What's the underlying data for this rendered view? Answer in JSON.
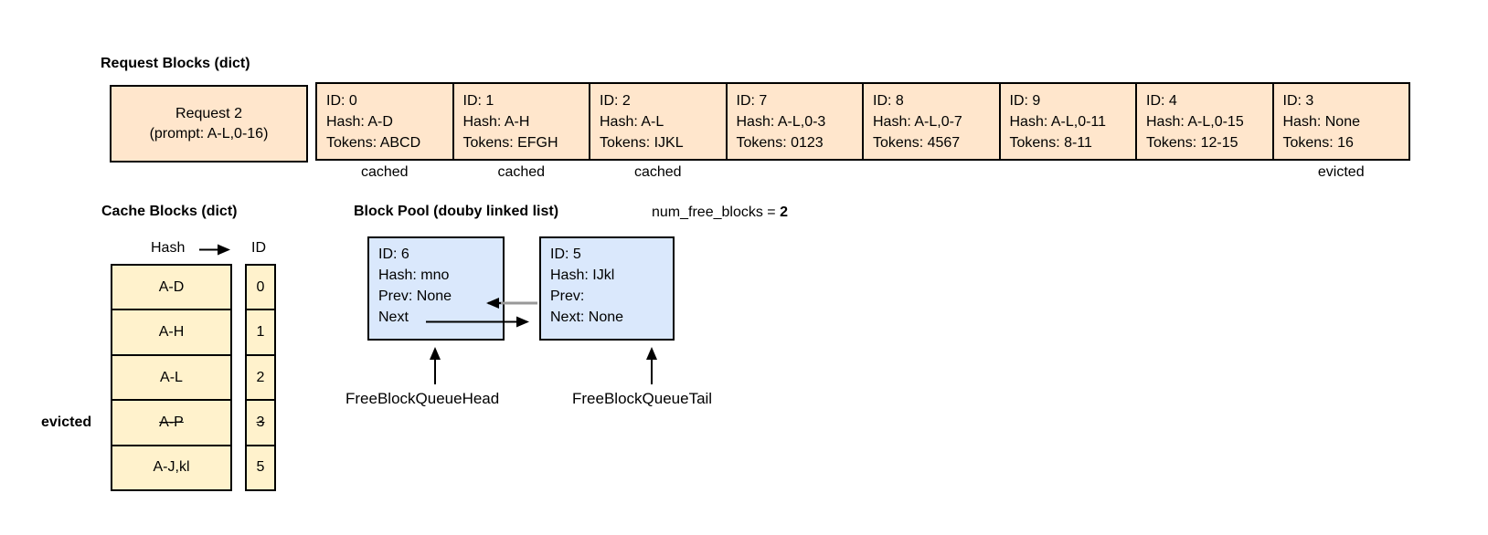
{
  "colors": {
    "orange_fill": "#ffe6cc",
    "yellow_fill": "#fff2cc",
    "blue_fill": "#dae8fc",
    "border": "#000000",
    "prev_link_line": "#999999"
  },
  "request_blocks": {
    "title": "Request Blocks (dict)",
    "request_box": {
      "line1": "Request 2",
      "line2": "(prompt: A-L,0-16)"
    },
    "blocks": [
      {
        "lines": [
          "ID: 0",
          "Hash: A-D",
          "Tokens: ABCD"
        ],
        "note": "cached"
      },
      {
        "lines": [
          "ID: 1",
          "Hash: A-H",
          "Tokens: EFGH"
        ],
        "note": "cached"
      },
      {
        "lines": [
          "ID: 2",
          "Hash: A-L",
          "Tokens: IJKL"
        ],
        "note": "cached"
      },
      {
        "lines": [
          "ID: 7",
          "Hash: A-L,0-3",
          "Tokens: 0123"
        ],
        "note": ""
      },
      {
        "lines": [
          "ID: 8",
          "Hash: A-L,0-7",
          "Tokens: 4567"
        ],
        "note": ""
      },
      {
        "lines": [
          "ID: 9",
          "Hash: A-L,0-11",
          "Tokens: 8-11"
        ],
        "note": ""
      },
      {
        "lines": [
          "ID: 4",
          "Hash: A-L,0-15",
          "Tokens: 12-15"
        ],
        "note": ""
      },
      {
        "lines": [
          "ID: 3",
          "Hash: None",
          "Tokens: 16"
        ],
        "note": "evicted"
      }
    ]
  },
  "cache_blocks": {
    "title": "Cache Blocks (dict)",
    "header": {
      "hash": "Hash",
      "id": "ID"
    },
    "rows": [
      {
        "hash": "A-D",
        "id": "0",
        "evicted": false
      },
      {
        "hash": "A-H",
        "id": "1",
        "evicted": false
      },
      {
        "hash": "A-L",
        "id": "2",
        "evicted": false
      },
      {
        "hash": "A-P",
        "id": "3",
        "evicted": true
      },
      {
        "hash": "A-J,kl",
        "id": "5",
        "evicted": false
      }
    ],
    "evicted_label": "evicted"
  },
  "block_pool": {
    "title": "Block Pool (douby linked list)",
    "free_blocks_label": "num_free_blocks = ",
    "free_blocks_value": "2",
    "nodes": [
      {
        "lines": [
          "ID: 6",
          "Hash: mno",
          "Prev: None",
          "Next"
        ]
      },
      {
        "lines": [
          "ID: 5",
          "Hash: IJkl",
          "Prev:",
          "Next: None"
        ]
      }
    ],
    "head_label": "FreeBlockQueueHead",
    "tail_label": "FreeBlockQueueTail"
  }
}
